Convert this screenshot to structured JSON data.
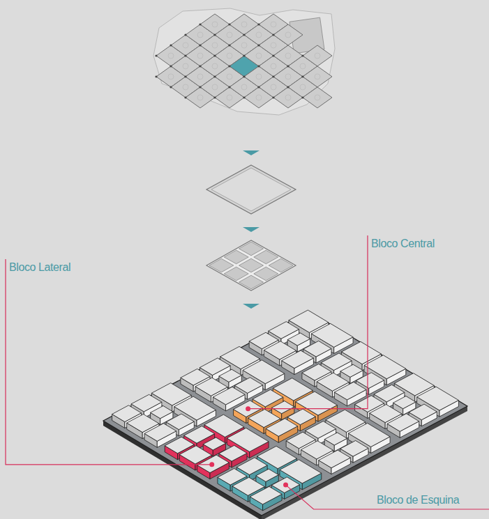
{
  "diagram": {
    "labels": [
      "Bloco Central",
      "Bloco Lateral",
      "Bloco de Esquina"
    ]
  }
}
